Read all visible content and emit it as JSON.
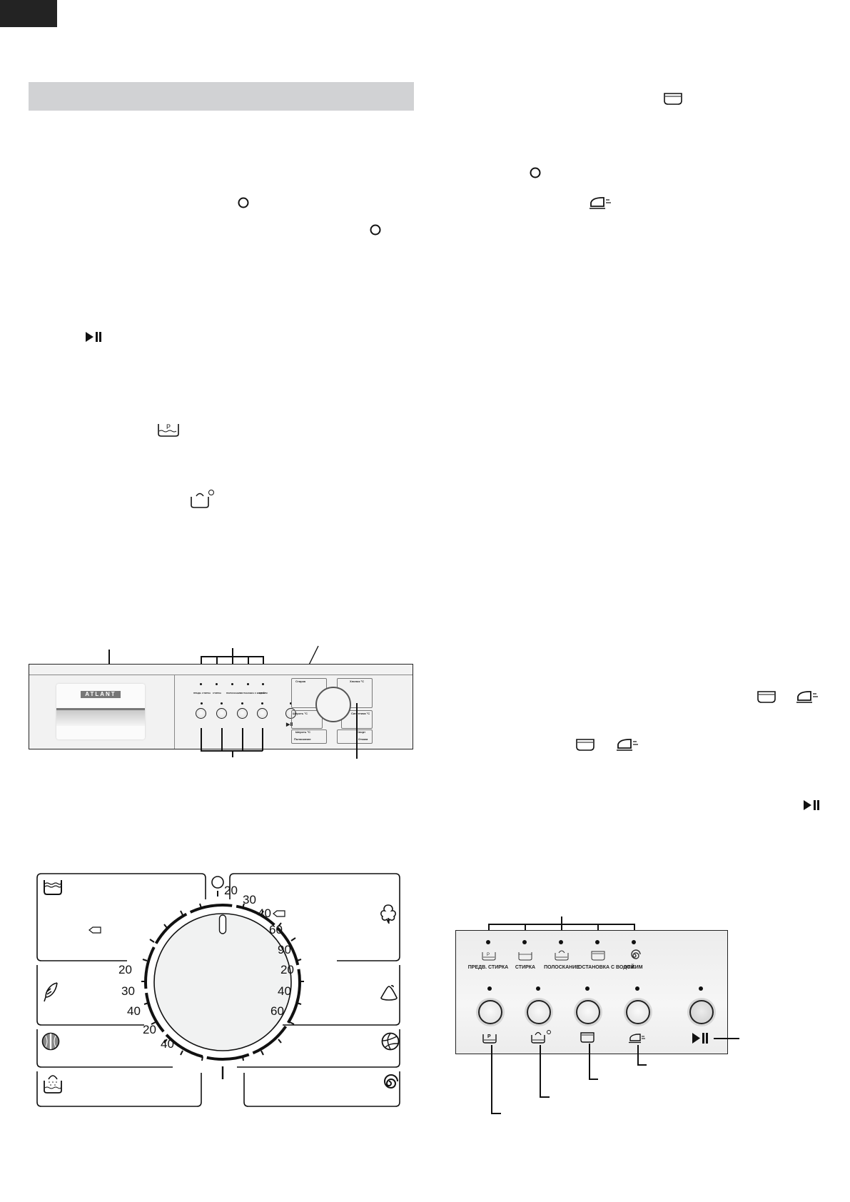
{
  "page": {
    "corner_tab_color": "#232323",
    "section_header_color": "#d1d2d4"
  },
  "inline_icons": {
    "left_column": [
      "power-circle-icon",
      "power-circle-icon",
      "start-pause-icon",
      "prewash-icon",
      "rinse-plus-icon"
    ],
    "right_column": [
      "stop-with-water-icon",
      "power-circle-icon",
      "easy-iron-icon",
      "stop-with-water-icon",
      "easy-iron-icon",
      "stop-with-water-icon",
      "easy-iron-icon",
      "start-pause-icon"
    ]
  },
  "small_panel": {
    "brand": "ATLANT",
    "indicator_labels": [
      "ПРЕДВ. СТИРКА",
      "СТИРКА",
      "ПОЛОСКАНИЕ",
      "ОСТАНОВКА С ВОДОЙ",
      "ОТЖИМ"
    ],
    "start_pause": "▶II",
    "dial_labels": {
      "top_left": "Стирка",
      "top_right": "Хлопок °C",
      "mid_left": "Шерсть °C",
      "mid_right": "Синтетика °C",
      "lower_left": "Шерсть °C",
      "lower_right": "Спорт",
      "bottom_left": "Полоскание",
      "bottom_right": "Отжим"
    }
  },
  "dial": {
    "left_top_temps": [
      "20",
      "30",
      "40",
      "60",
      "90"
    ],
    "cotton_temps": [
      "20",
      "30",
      "40",
      "60",
      "90"
    ],
    "synthetics_temps": [
      "20",
      "40",
      "60"
    ],
    "delicates_temps": [
      "20",
      "30",
      "40"
    ],
    "wool_temps": [
      "20",
      "40"
    ],
    "icons": [
      "wash-basin-icon",
      "cotton-icon",
      "feather-icon",
      "synthetics-icon",
      "wool-icon",
      "sport-ball-icon",
      "rinse-icon",
      "spin-icon"
    ]
  },
  "control_panel": {
    "indicator_labels": [
      "ПРЕДВ. СТИРКА",
      "СТИРКА",
      "ПОЛОСКАНИЕ",
      "ОСТАНОВКА С ВОДОЙ",
      "ОТЖИМ"
    ],
    "button_icons": [
      "prewash-icon",
      "rinse-plus-icon",
      "stop-with-water-icon",
      "easy-iron-icon",
      "start-pause-icon"
    ],
    "start_pause_label": "▶II"
  }
}
